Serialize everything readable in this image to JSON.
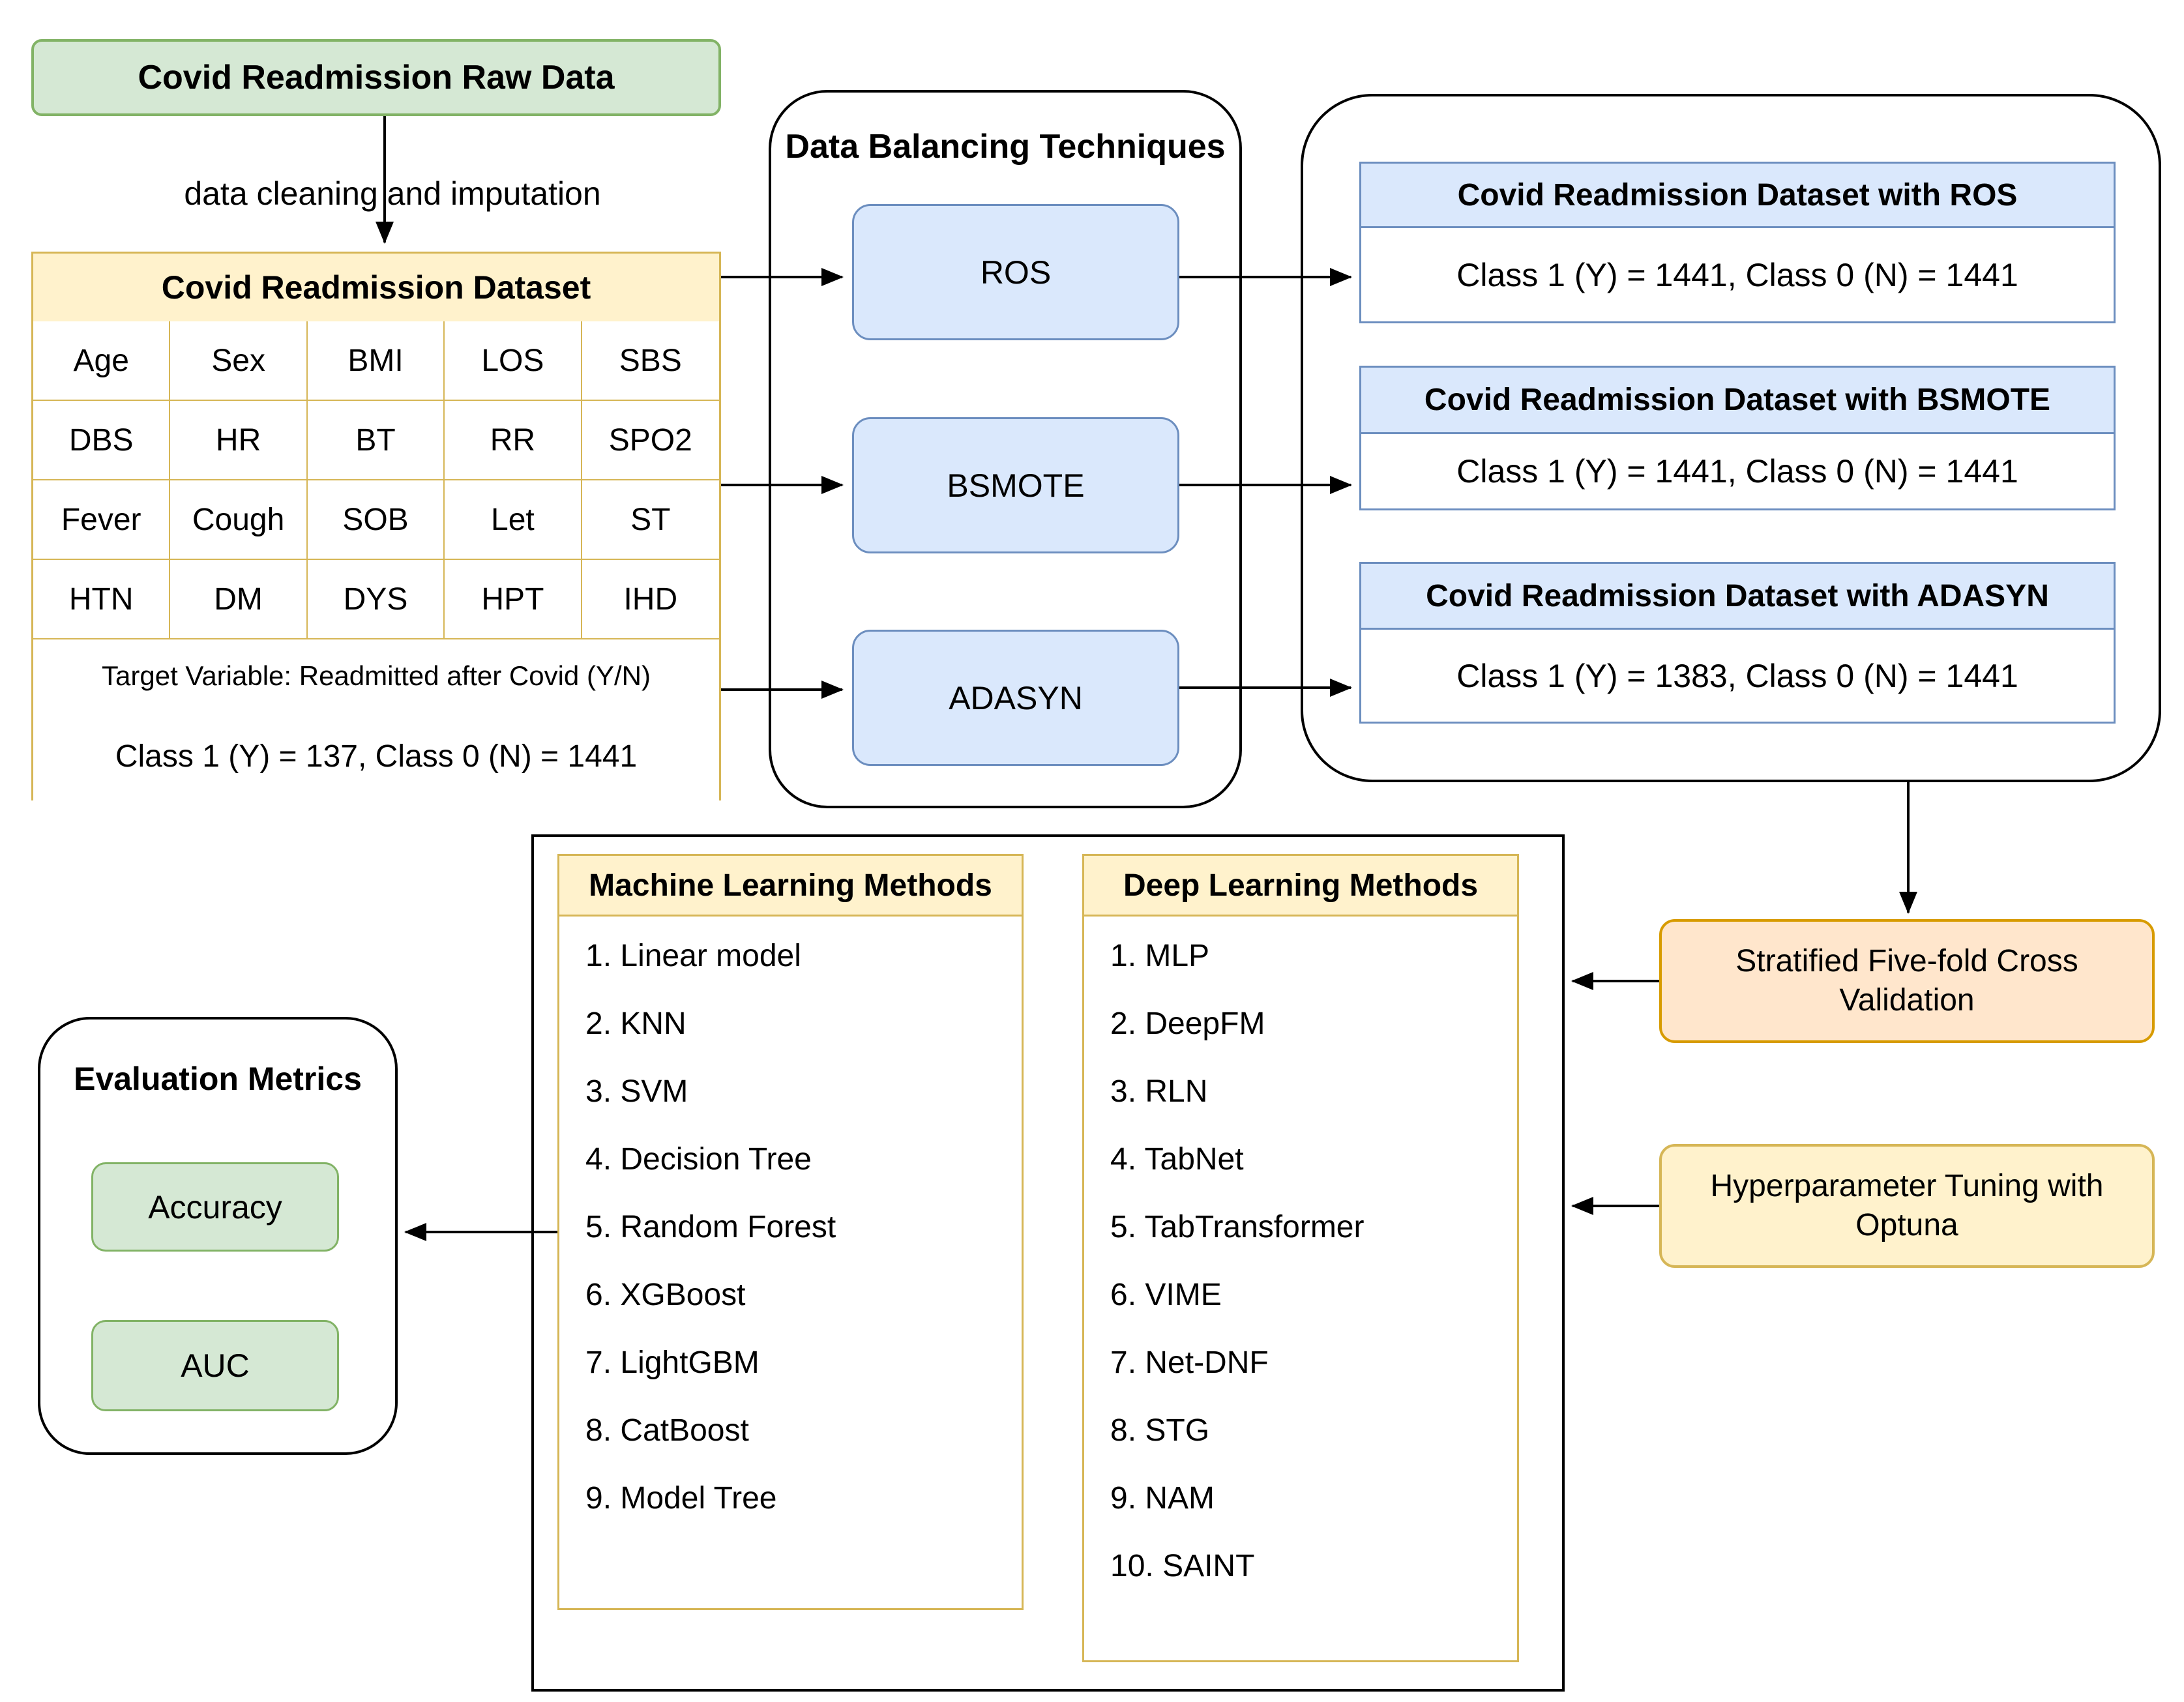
{
  "diagram": {
    "nodes": {
      "raw_data": "Covid Readmission Raw Data",
      "cleaning_step": "data cleaning and imputation",
      "cross_validation": "Stratified Five-fold Cross Validation",
      "hyperparameter_tuning": "Hyperparameter Tuning with Optuna"
    },
    "dataset_table": {
      "title": "Covid Readmission Dataset",
      "feature_rows": [
        [
          "Age",
          "Sex",
          "BMI",
          "LOS",
          "SBS"
        ],
        [
          "DBS",
          "HR",
          "BT",
          "RR",
          "SPO2"
        ],
        [
          "Fever",
          "Cough",
          "SOB",
          "Let",
          "ST"
        ],
        [
          "HTN",
          "DM",
          "DYS",
          "HPT",
          "IHD"
        ]
      ],
      "target_row": "Target Variable: Readmitted after Covid (Y/N)",
      "class_row": "Class 1 (Y) = 137, Class 0 (N) = 1441"
    },
    "balancing": {
      "title": "Data Balancing Techniques",
      "techniques": [
        "ROS",
        "BSMOTE",
        "ADASYN"
      ]
    },
    "balanced_datasets": [
      {
        "title": "Covid Readmission Dataset with ROS",
        "classes": "Class 1 (Y) = 1441, Class 0 (N) = 1441"
      },
      {
        "title": "Covid Readmission Dataset with BSMOTE",
        "classes": "Class 1 (Y) = 1441, Class 0 (N) = 1441"
      },
      {
        "title": "Covid Readmission Dataset with ADASYN",
        "classes": "Class 1 (Y) = 1383, Class 0 (N) = 1441"
      }
    ],
    "ml_methods": {
      "title": "Machine Learning Methods",
      "items": [
        "1. Linear model",
        "2. KNN",
        "3. SVM",
        "4. Decision Tree",
        "5. Random Forest",
        "6. XGBoost",
        "7. LightGBM",
        "8. CatBoost",
        "9. Model Tree"
      ]
    },
    "dl_methods": {
      "title": "Deep Learning Methods",
      "items": [
        "1. MLP",
        "2. DeepFM",
        "3. RLN",
        "4. TabNet",
        "5. TabTransformer",
        "6. VIME",
        "7. Net-DNF",
        "8. STG",
        "9. NAM",
        "10. SAINT"
      ]
    },
    "evaluation": {
      "title": "Evaluation Metrics",
      "metrics": [
        "Accuracy",
        "AUC"
      ]
    },
    "colors": {
      "green_fill": "#d5e8d4",
      "green_stroke": "#82b366",
      "yellow_fill": "#fff2cc",
      "yellow_stroke": "#d6b656",
      "blue_fill": "#dae8fc",
      "blue_stroke": "#6c8ebf",
      "orange_fill": "#ffe6cc",
      "orange_stroke": "#d79b00",
      "line": "#000000"
    }
  }
}
